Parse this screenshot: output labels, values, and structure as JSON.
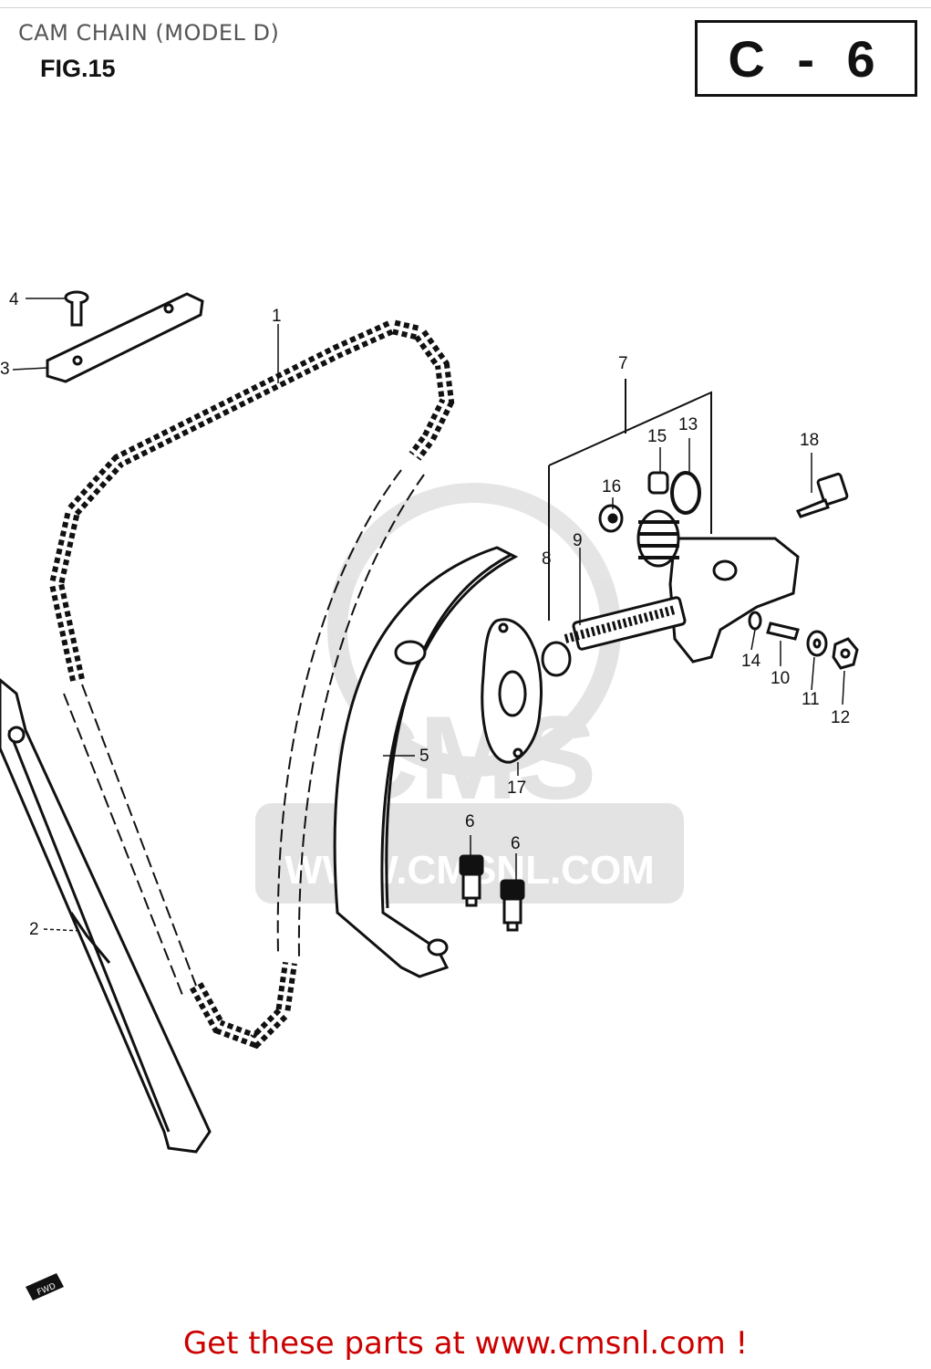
{
  "header": {
    "title": "CAM CHAIN (MODEL D)",
    "figure": "FIG.15",
    "section": "C - 6"
  },
  "watermark": {
    "logo_text": "CMS",
    "url_text": "WWW.CMSNL.COM"
  },
  "parts": {
    "p1": "1",
    "p2": "2",
    "p3": "3",
    "p4": "4",
    "p5": "5",
    "p6a": "6",
    "p6b": "6",
    "p7": "7",
    "p8": "8",
    "p9": "9",
    "p10": "10",
    "p11": "11",
    "p12": "12",
    "p13": "13",
    "p14": "14",
    "p15": "15",
    "p16": "16",
    "p17": "17",
    "p18": "18"
  },
  "fwd_marker": "FWD",
  "footer": {
    "text": "Get these parts at www.cmsnl.com !"
  }
}
